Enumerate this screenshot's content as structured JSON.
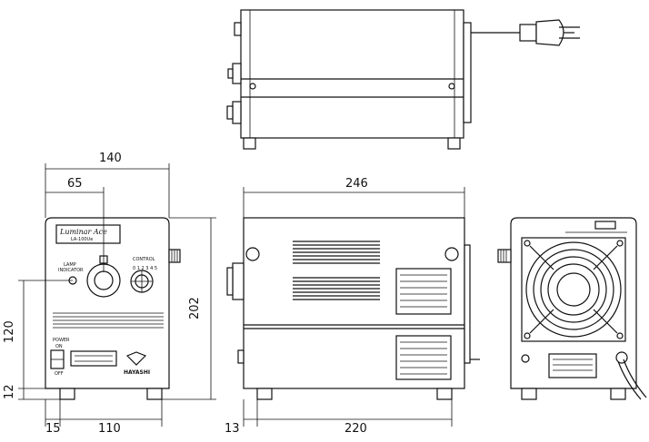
{
  "dimensions": {
    "front_width": "140",
    "front_offset": "65",
    "front_height": "202",
    "front_mid_height": "120",
    "front_foot_height": "12",
    "front_left_margin": "15",
    "front_foot_span": "110",
    "side_length": "246",
    "side_offset": "13",
    "side_foot_span": "220"
  },
  "labels": {
    "product_name": "Luminar Ace",
    "model": "LA-100Ue",
    "brand": "HAYASHI",
    "lamp": "LAMP",
    "indicator": "INDICATOR",
    "control": "CONTROL",
    "power": "POWER",
    "on": "ON",
    "off": "OFF"
  }
}
